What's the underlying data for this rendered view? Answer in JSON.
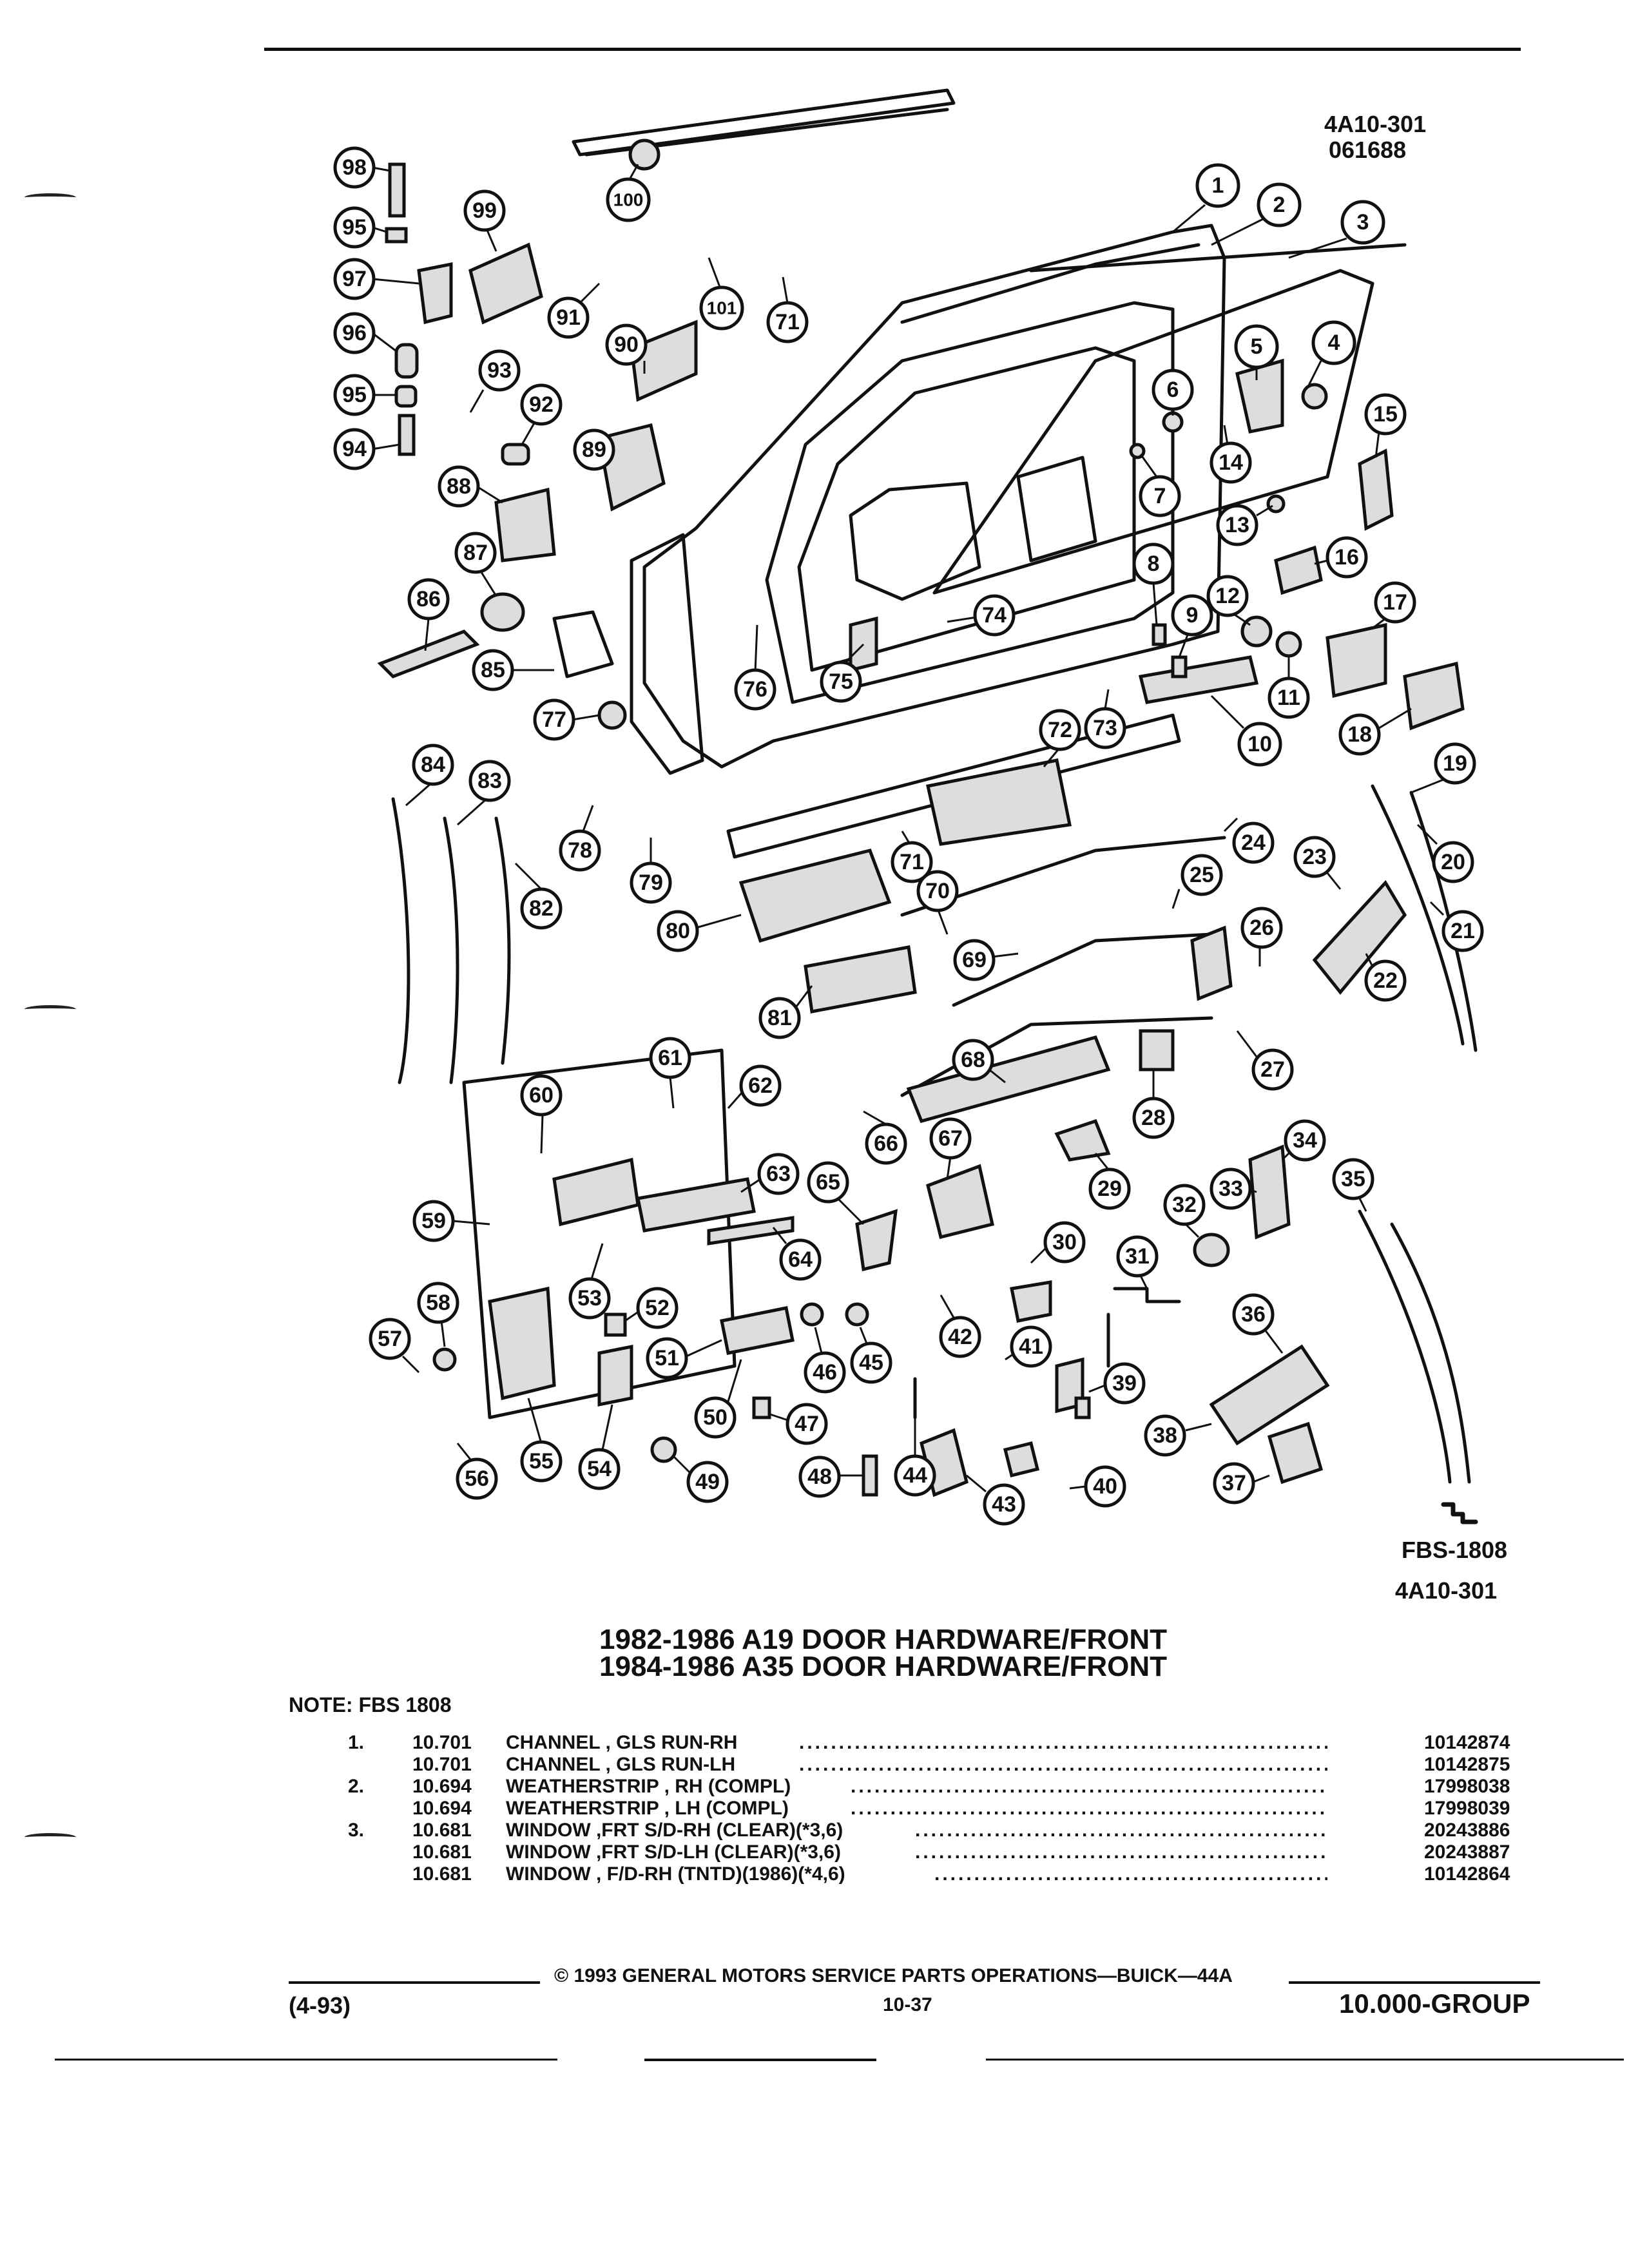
{
  "header": {
    "catalog_id": "4A10-301",
    "date_code": "061688"
  },
  "diagram": {
    "fbs_label": "FBS-1808",
    "catalog_id_bottom": "4A10-301",
    "callouts": [
      "1",
      "2",
      "3",
      "4",
      "5",
      "6",
      "7",
      "8",
      "9",
      "10",
      "11",
      "12",
      "13",
      "14",
      "15",
      "16",
      "17",
      "18",
      "19",
      "20",
      "21",
      "22",
      "23",
      "24",
      "25",
      "26",
      "27",
      "28",
      "29",
      "30",
      "31",
      "32",
      "33",
      "34",
      "35",
      "36",
      "37",
      "38",
      "39",
      "40",
      "41",
      "42",
      "43",
      "44",
      "45",
      "46",
      "47",
      "48",
      "49",
      "50",
      "51",
      "52",
      "53",
      "54",
      "55",
      "56",
      "57",
      "58",
      "59",
      "60",
      "61",
      "62",
      "63",
      "64",
      "65",
      "66",
      "67",
      "68",
      "69",
      "70",
      "71",
      "72",
      "73",
      "74",
      "75",
      "76",
      "77",
      "78",
      "79",
      "80",
      "81",
      "82",
      "83",
      "84",
      "85",
      "86",
      "87",
      "88",
      "89",
      "90",
      "91",
      "92",
      "93",
      "94",
      "95",
      "96",
      "97",
      "98",
      "99",
      "100",
      "101"
    ]
  },
  "title": {
    "line1": "1982-1986 A19 DOOR HARDWARE/FRONT",
    "line2": "1984-1986 A35 DOOR HARDWARE/FRONT"
  },
  "note": "NOTE:  FBS 1808",
  "parts": [
    {
      "item": "1.",
      "group": "10.701",
      "description": "CHANNEL , GLS RUN-RH",
      "part_no": "10142874"
    },
    {
      "item": "",
      "group": "10.701",
      "description": "CHANNEL , GLS RUN-LH",
      "part_no": "10142875"
    },
    {
      "item": "2.",
      "group": "10.694",
      "description": "WEATHERSTRIP , RH (COMPL)",
      "part_no": "17998038"
    },
    {
      "item": "",
      "group": "10.694",
      "description": "WEATHERSTRIP , LH (COMPL)",
      "part_no": "17998039"
    },
    {
      "item": "3.",
      "group": "10.681",
      "description": "WINDOW ,FRT S/D-RH (CLEAR)(*3,6)",
      "part_no": "20243886"
    },
    {
      "item": "",
      "group": "10.681",
      "description": "WINDOW ,FRT S/D-LH (CLEAR)(*3,6)",
      "part_no": "20243887"
    },
    {
      "item": "",
      "group": "10.681",
      "description": "WINDOW , F/D-RH (TNTD)(1986)(*4,6)",
      "part_no": "10142864"
    }
  ],
  "footer": {
    "copyright": "©  1993  GENERAL MOTORS SERVICE PARTS OPERATIONS—BUICK—44A",
    "date": "(4-93)",
    "page": "10-37",
    "group": "10.000-GROUP"
  }
}
